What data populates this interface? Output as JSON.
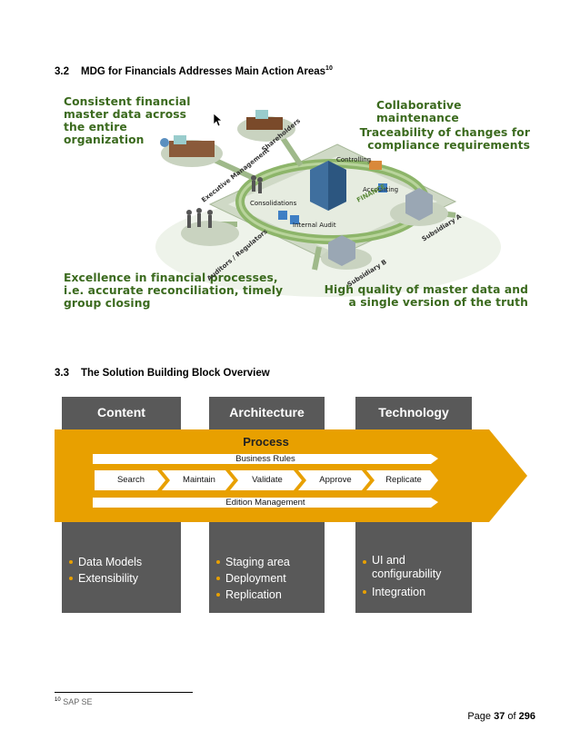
{
  "section_3_2": {
    "number": "3.2",
    "title": "MDG for Financials Addresses Main Action Areas",
    "footnote_ref": "10"
  },
  "figure1": {
    "callout_top_left": [
      "Consistent financial",
      "master data across",
      "the entire",
      "organization"
    ],
    "callout_top_right": [
      "Collaborative maintenance"
    ],
    "callout_right": [
      "Traceability of changes for",
      "compliance requirements"
    ],
    "callout_bottom_left": [
      "Excellence in financial  processes,",
      "i.e. accurate reconciliation, timely",
      "group closing"
    ],
    "callout_bottom_right": [
      "High quality of master data and",
      "a single version of the truth"
    ],
    "labels": {
      "controlling": "Controlling",
      "accounting": "Accounting",
      "consolidations": "Consolidations",
      "internal_audit": "Internal Audit",
      "finance": "FINANCE",
      "stakeholders": "Shareholders",
      "executive": "Executive Management",
      "auditors": "Auditors / Regulators",
      "subsidiary_a": "Subsidiary A",
      "subsidiary_b": "Subsidiary B"
    },
    "colors": {
      "green_text": "#3b6a1e",
      "ring": "#8db56a"
    }
  },
  "section_3_3": {
    "number": "3.3",
    "title": "The Solution Building Block Overview"
  },
  "figure2": {
    "columns": [
      {
        "title": "Content",
        "bullets": [
          "Data Models",
          "Extensibility"
        ]
      },
      {
        "title": "Architecture",
        "bullets": [
          "Staging area",
          "Deployment",
          "Replication"
        ]
      },
      {
        "title": "Technology",
        "bullets": [
          "UI and configurability",
          "Integration"
        ]
      }
    ],
    "process": {
      "title": "Process",
      "business_rules": "Business Rules",
      "steps": [
        "Search",
        "Maintain",
        "Validate",
        "Approve",
        "Replicate"
      ],
      "edition_management": "Edition Management"
    },
    "colors": {
      "column": "#595959",
      "process": "#e8a000",
      "bullet": "#e8a000"
    }
  },
  "footer": {
    "footnote_number": "10",
    "footnote_text": "SAP SE",
    "page_prefix": "Page",
    "page": "37",
    "of": "of",
    "total": "296"
  }
}
